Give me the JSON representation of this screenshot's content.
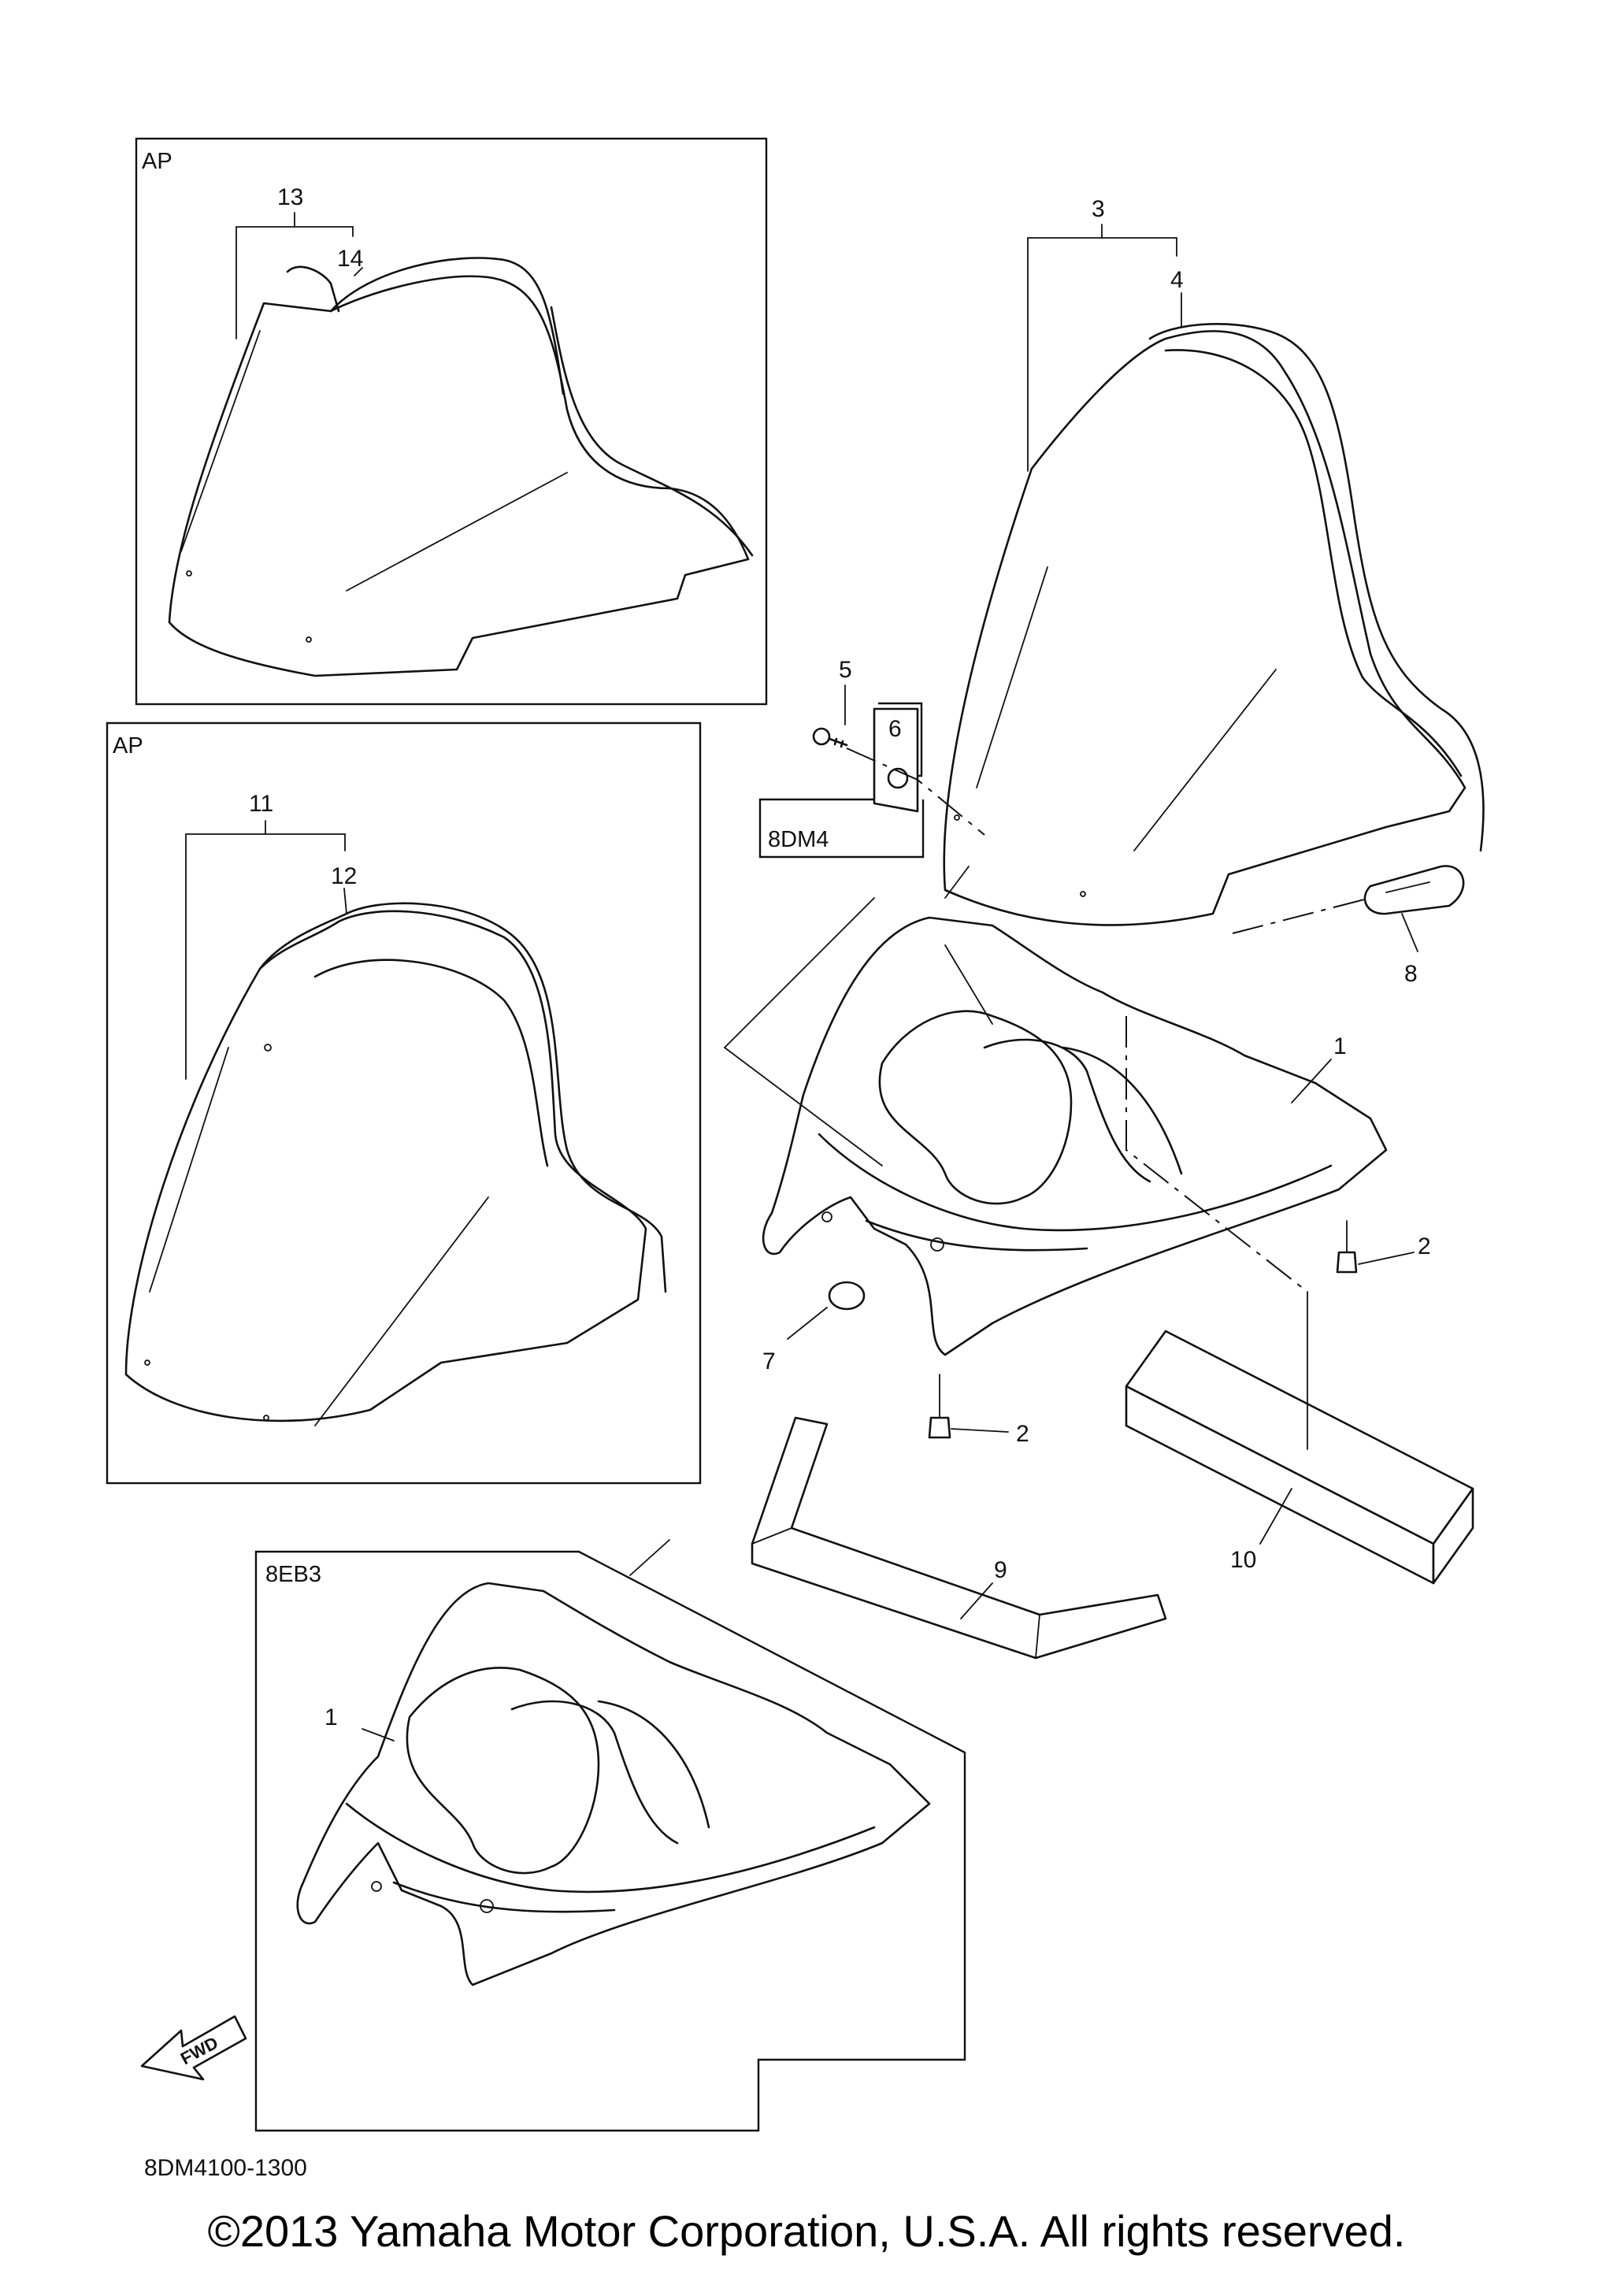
{
  "diagram": {
    "box_labels": {
      "ap_top": "AP",
      "ap_middle": "AP",
      "bracket_8dm4": "8DM4",
      "box_8eb3": "8EB3"
    },
    "callouts": {
      "c1": "1",
      "c1b": "1",
      "c2": "2",
      "c2b": "2",
      "c3": "3",
      "c4": "4",
      "c5": "5",
      "c6": "6",
      "c7": "7",
      "c8": "8",
      "c9": "9",
      "c10": "10",
      "c11": "11",
      "c12": "12",
      "c13": "13",
      "c14": "14"
    },
    "fwd_label": "FWD",
    "diagram_code": "8DM4100-1300"
  },
  "footer": {
    "copyright": "©2013 Yamaha Motor Corporation, U.S.A. All rights reserved."
  }
}
